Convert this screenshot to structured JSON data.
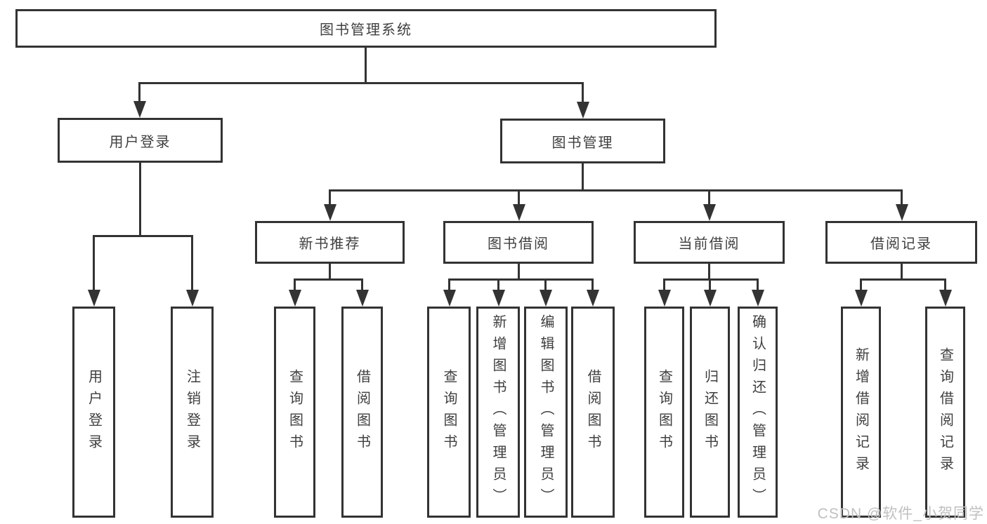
{
  "diagram_title": "图书管理系统",
  "nodes": {
    "root": "图书管理系统",
    "user_login": "用户登录",
    "book_mgmt": "图书管理",
    "new_book_rec": "新书推荐",
    "book_borrow": "图书借阅",
    "current_borrow": "当前借阅",
    "borrow_records": "借阅记录",
    "leaf_user_login": "用户登录",
    "leaf_logout": "注销登录",
    "leaf_rec_query": "查询图书",
    "leaf_rec_borrow": "借阅图书",
    "leaf_bb_query": "查询图书",
    "leaf_bb_add": "新增图书（管理员）",
    "leaf_bb_edit": "编辑图书（管理员）",
    "leaf_bb_borrow": "借阅图书",
    "leaf_cur_query": "查询图书",
    "leaf_cur_return": "归还图书",
    "leaf_cur_confirm": "确认归还（管理员）",
    "leaf_rr_add": "新增借阅记录",
    "leaf_rr_query": "查询借阅记录"
  },
  "hierarchy": {
    "图书管理系统": [
      "用户登录",
      "图书管理"
    ],
    "用户登录": [
      "用户登录",
      "注销登录"
    ],
    "图书管理": [
      "新书推荐",
      "图书借阅",
      "当前借阅",
      "借阅记录"
    ],
    "新书推荐": [
      "查询图书",
      "借阅图书"
    ],
    "图书借阅": [
      "查询图书",
      "新增图书（管理员）",
      "编辑图书（管理员）",
      "借阅图书"
    ],
    "当前借阅": [
      "查询图书",
      "归还图书",
      "确认归还（管理员）"
    ],
    "借阅记录": [
      "新增借阅记录",
      "查询借阅记录"
    ]
  },
  "watermark": "CSDN @软件_小贺同学",
  "colors": {
    "line": "#333333",
    "text": "#3f3f3f",
    "watermark": "#c0c0c0",
    "background": "#ffffff"
  }
}
